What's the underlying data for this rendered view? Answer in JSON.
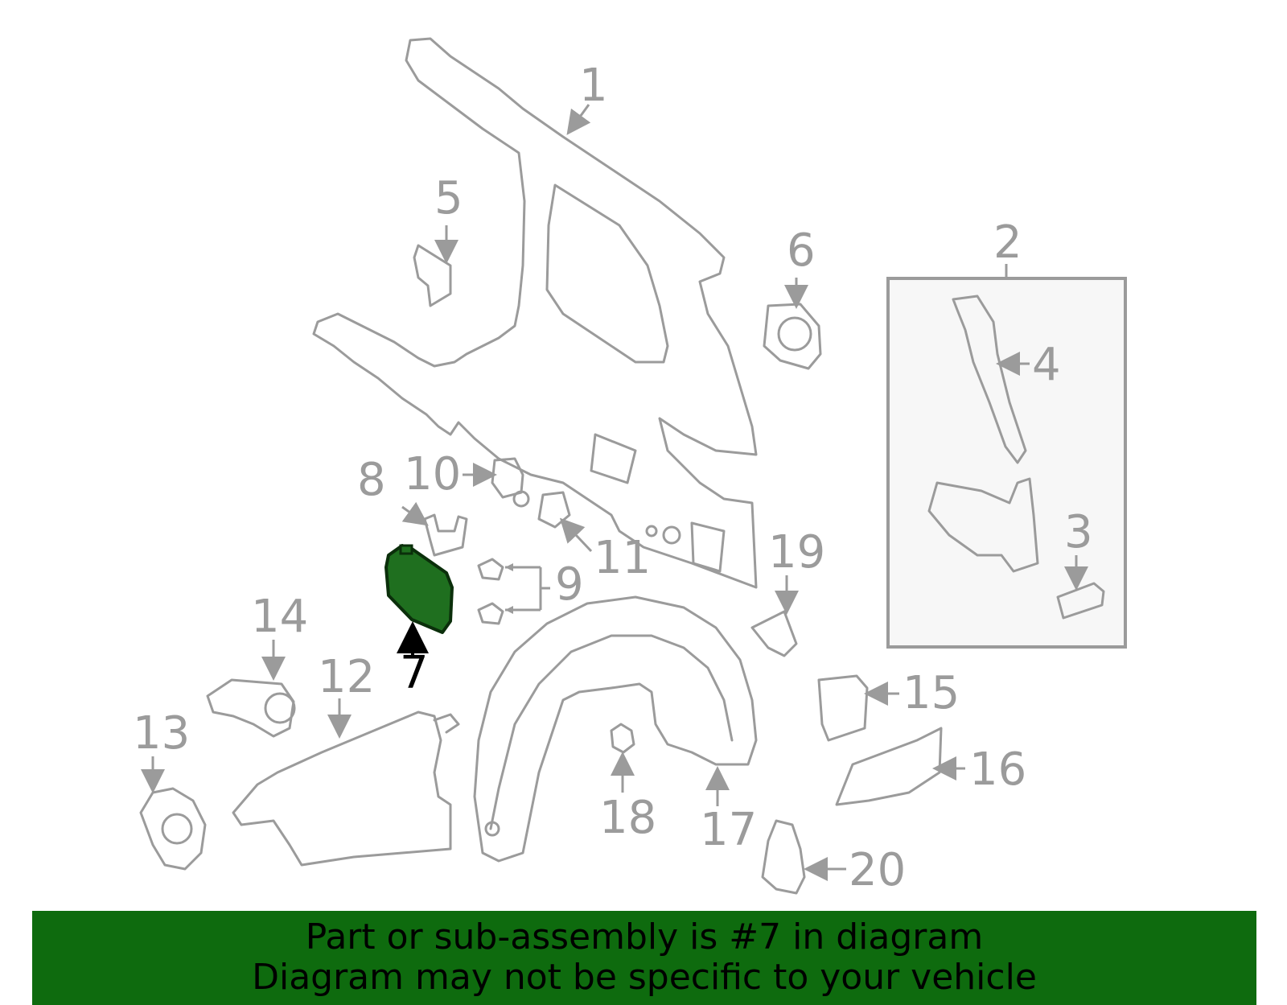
{
  "diagram": {
    "highlight_part": "7",
    "highlight_color": "#1f6f1f",
    "line_color": "#9b9b9b",
    "callouts": [
      "1",
      "2",
      "3",
      "4",
      "5",
      "6",
      "7",
      "8",
      "9",
      "10",
      "11",
      "12",
      "13",
      "14",
      "15",
      "16",
      "17",
      "18",
      "19",
      "20"
    ]
  },
  "banner": {
    "background": "#0e6b0e",
    "line1": "Part or sub-assembly is #7 in diagram",
    "line2": "Diagram may not be specific to your vehicle"
  }
}
